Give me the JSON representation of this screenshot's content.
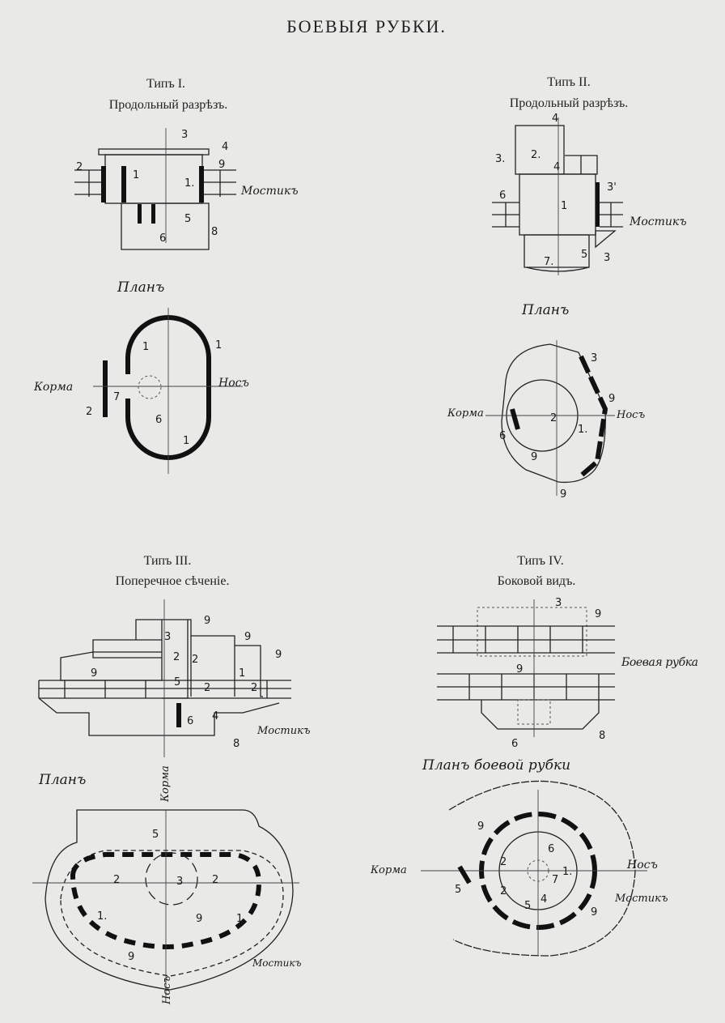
{
  "title": "БОЕВЫЯ РУБКИ.",
  "type1": {
    "type": "Типъ I.",
    "subtitle": "Продольный разрѣзъ.",
    "bridge": "Мостикъ",
    "plan": "Планъ",
    "stern": "Корма",
    "bow": "Носъ",
    "section_labels": [
      "3",
      "4",
      "2",
      "9",
      "1",
      "1.",
      "5",
      "6",
      "8"
    ],
    "plan_labels": [
      "1",
      "1",
      "1",
      "2",
      "7",
      "6"
    ]
  },
  "type2": {
    "type": "Типъ II.",
    "subtitle": "Продольный разрѣзъ.",
    "bridge": "Мостикъ",
    "plan": "Планъ",
    "stern": "Корма",
    "bow": "Носъ",
    "section_labels": [
      "4",
      "3.",
      "2.",
      "4",
      "6",
      "3'",
      "1",
      "7.",
      "5",
      "3"
    ],
    "plan_labels": [
      "3",
      "9",
      "6",
      "2",
      "1.",
      "9",
      "9"
    ]
  },
  "type3": {
    "type": "Типъ III.",
    "subtitle": "Поперечное сѣченіе.",
    "bridge": "Мостикъ",
    "plan": "Планъ",
    "stern": "Корма",
    "bow": "Носъ",
    "section_labels": [
      "9",
      "3",
      "9",
      "9",
      "2",
      "2",
      "5",
      "9",
      "1",
      "2",
      "2",
      "6",
      "4",
      "8"
    ],
    "plan_labels": [
      "5",
      "3",
      "2",
      "2",
      "1.",
      "1",
      "9",
      "9"
    ]
  },
  "type4": {
    "type": "Типъ IV.",
    "subtitle": "Боковой видъ.",
    "tower": "Боевая рубка",
    "plan": "Планъ боевой рубки",
    "stern": "Корма",
    "bow": "Носъ",
    "bridge": "Мостикъ",
    "section_labels": [
      "3",
      "9",
      "9",
      "6",
      "8"
    ],
    "plan_labels": [
      "9",
      "5",
      "2",
      "2",
      "6",
      "7",
      "1.",
      "5",
      "4",
      "9"
    ]
  }
}
